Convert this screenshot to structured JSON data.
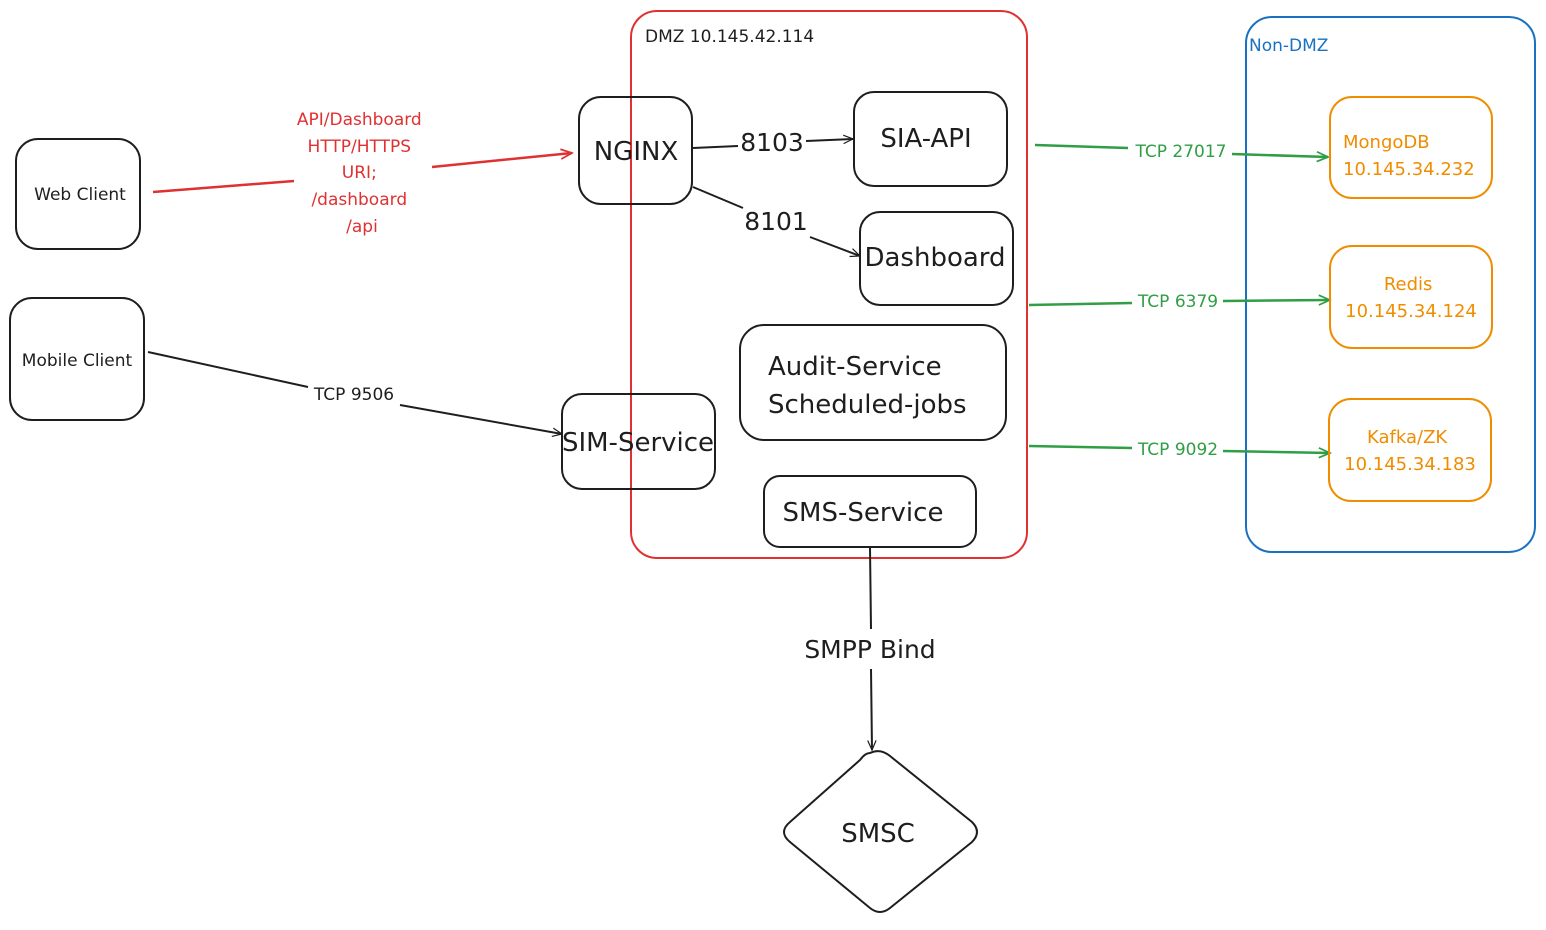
{
  "colors": {
    "dmz_border": "#e03131",
    "non_dmz_border": "#1971c2",
    "web_flow": "#e03131",
    "backend_flow": "#2f9e44",
    "datastore": "#f08c00",
    "default_stroke": "#1e1e1e"
  },
  "zones": {
    "dmz": {
      "label": "DMZ 10.145.42.114"
    },
    "non_dmz": {
      "label": "Non-DMZ"
    }
  },
  "nodes": {
    "web_client": "Web Client",
    "mobile_client": "Mobile Client",
    "nginx": "NGINX",
    "sia_api": "SIA-API",
    "dashboard": "Dashboard",
    "audit_service": {
      "line1": "Audit-Service",
      "line2": "Scheduled-jobs"
    },
    "sim_service": "SIM-Service",
    "sms_service": "SMS-Service",
    "smsc": "SMSC",
    "mongodb": {
      "name": "MongoDB",
      "ip": "10.145.34.232"
    },
    "redis": {
      "name": "Redis",
      "ip": "10.145.34.124"
    },
    "kafka": {
      "name": "Kafka/ZK",
      "ip": "10.145.34.183"
    }
  },
  "edges": {
    "web_to_nginx": {
      "lines": [
        "API/Dashboard",
        "HTTP/HTTPS",
        "URI;",
        "/dashboard",
        "/api"
      ]
    },
    "nginx_to_sia_api": {
      "label": "8103"
    },
    "nginx_to_dashboard": {
      "label": "8101"
    },
    "mobile_to_sim": {
      "label": "TCP 9506"
    },
    "dmz_to_mongodb": {
      "label": "TCP 27017"
    },
    "dmz_to_redis": {
      "label": "TCP 6379"
    },
    "dmz_to_kafka": {
      "label": "TCP 9092"
    },
    "sms_to_smsc": {
      "label": "SMPP Bind"
    }
  }
}
